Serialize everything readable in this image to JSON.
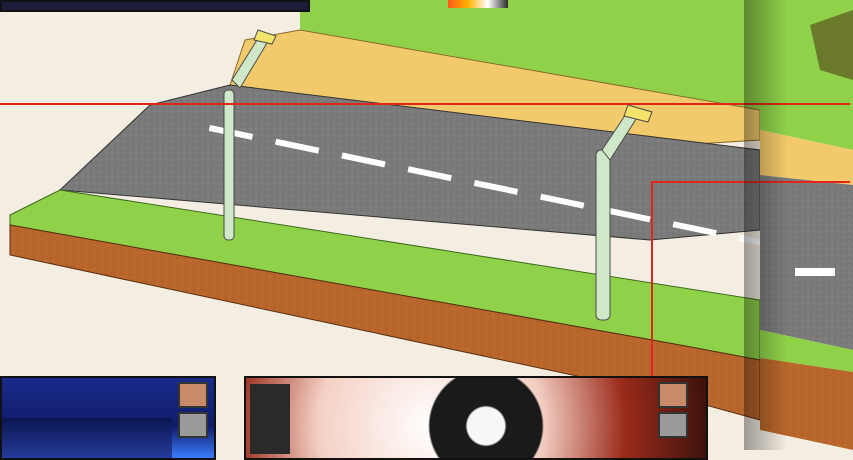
{
  "page": {
    "background_color": "#f3ede2",
    "description_hidden": ""
  },
  "diorama": {
    "grass_color": "#8fd24a",
    "sidewalk_color": "#f2c96b",
    "asphalt_color": "#7a7a7a",
    "lane_marking_color": "#ffffff",
    "soil_color": "#b5652a",
    "lamp_post_color": "#cfe8c8",
    "callout_line_color": "#e0261a",
    "lamp_posts": 2,
    "lane_dashes": 9
  },
  "thumbnails": [
    {
      "name": "top-screenshot",
      "palette": "dark-blue-orange"
    },
    {
      "name": "night-city-screenshot",
      "palette": "blue"
    },
    {
      "name": "portrait-screenshot",
      "palette": "red-white"
    }
  ],
  "icons": [
    "inventory-slot-icon",
    "character-icon"
  ]
}
